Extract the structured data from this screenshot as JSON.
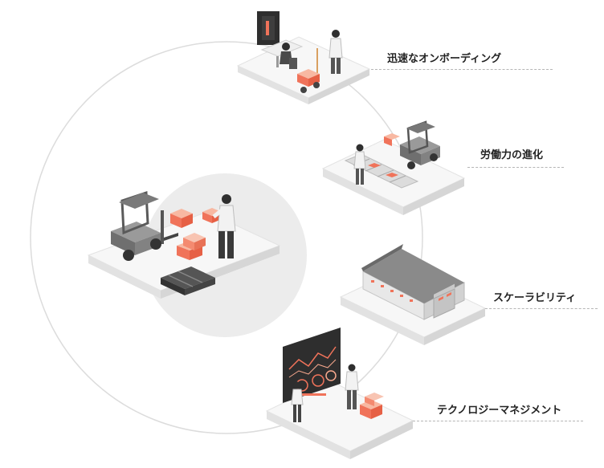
{
  "labels": {
    "onboarding": "迅速なオンボーディング",
    "workforce": "労働力の進化",
    "scalability": "スケーラビリティ",
    "technology": "テクノロジーマネジメント"
  },
  "colors": {
    "accent": "#f0735a",
    "accent_light": "#f8a98e",
    "ring": "#dcdcdc",
    "hub": "#ececec",
    "platform": "#f5f5f5",
    "dark": "#3a3a3a",
    "text": "#222222"
  },
  "icons": [
    "forklift-icon",
    "worker-icon",
    "box-icon",
    "pallet-icon",
    "warehouse-icon",
    "monitor-icon",
    "conveyor-icon",
    "dashboard-icon"
  ]
}
